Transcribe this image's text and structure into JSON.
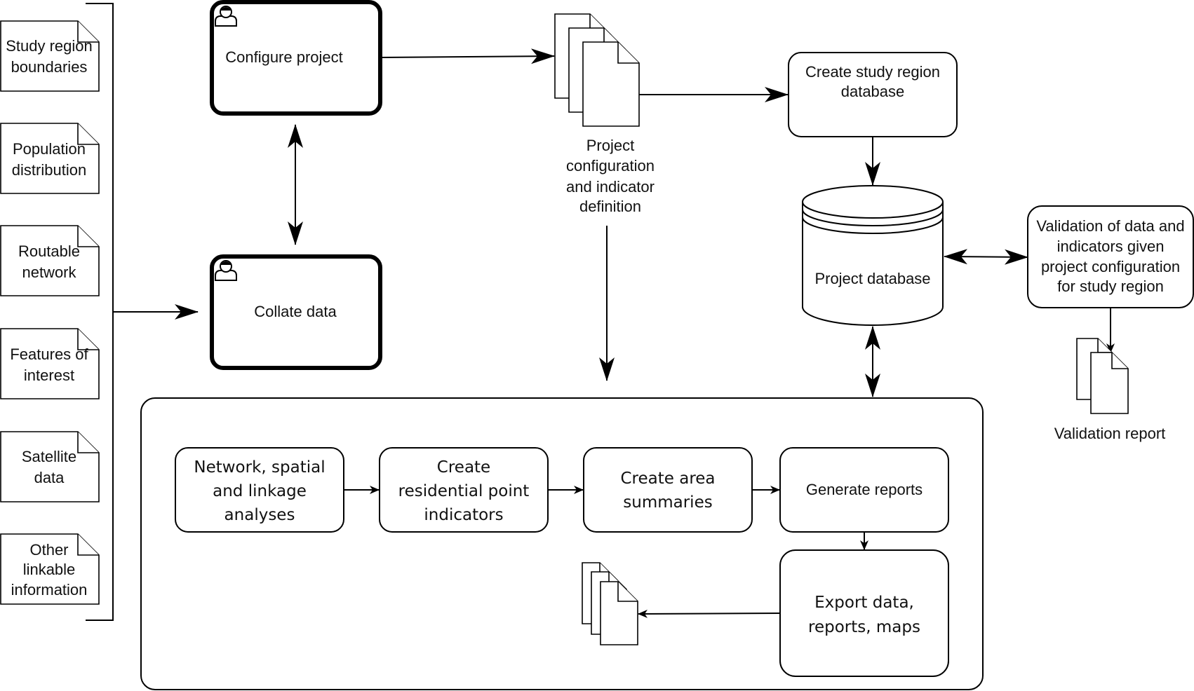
{
  "inputs": {
    "study_region": [
      "Study region",
      "boundaries"
    ],
    "population": [
      "Population",
      "distribution"
    ],
    "routable": [
      "Routable",
      "network"
    ],
    "features": [
      "Features of",
      "interest"
    ],
    "satellite": [
      "Satellite",
      "data"
    ],
    "other": [
      "Other",
      "linkable",
      "information"
    ]
  },
  "tasks": {
    "configure": "Configure project",
    "collate": "Collate data"
  },
  "project_config": [
    "Project",
    "configuration",
    "and indicator",
    "definition"
  ],
  "create_db": [
    "Create study region",
    "database"
  ],
  "project_db": "Project database",
  "validation": [
    "Validation of data and",
    "indicators given",
    "project configuration",
    "for study region"
  ],
  "validation_report": "Validation report",
  "pipeline": {
    "network": [
      "Network, spatial",
      "and linkage",
      "analyses"
    ],
    "residential": [
      "Create",
      "residential point",
      "indicators"
    ],
    "area": [
      "Create area",
      "summaries"
    ],
    "reports": "Generate reports",
    "export": [
      "Export data,",
      "reports, maps"
    ]
  }
}
